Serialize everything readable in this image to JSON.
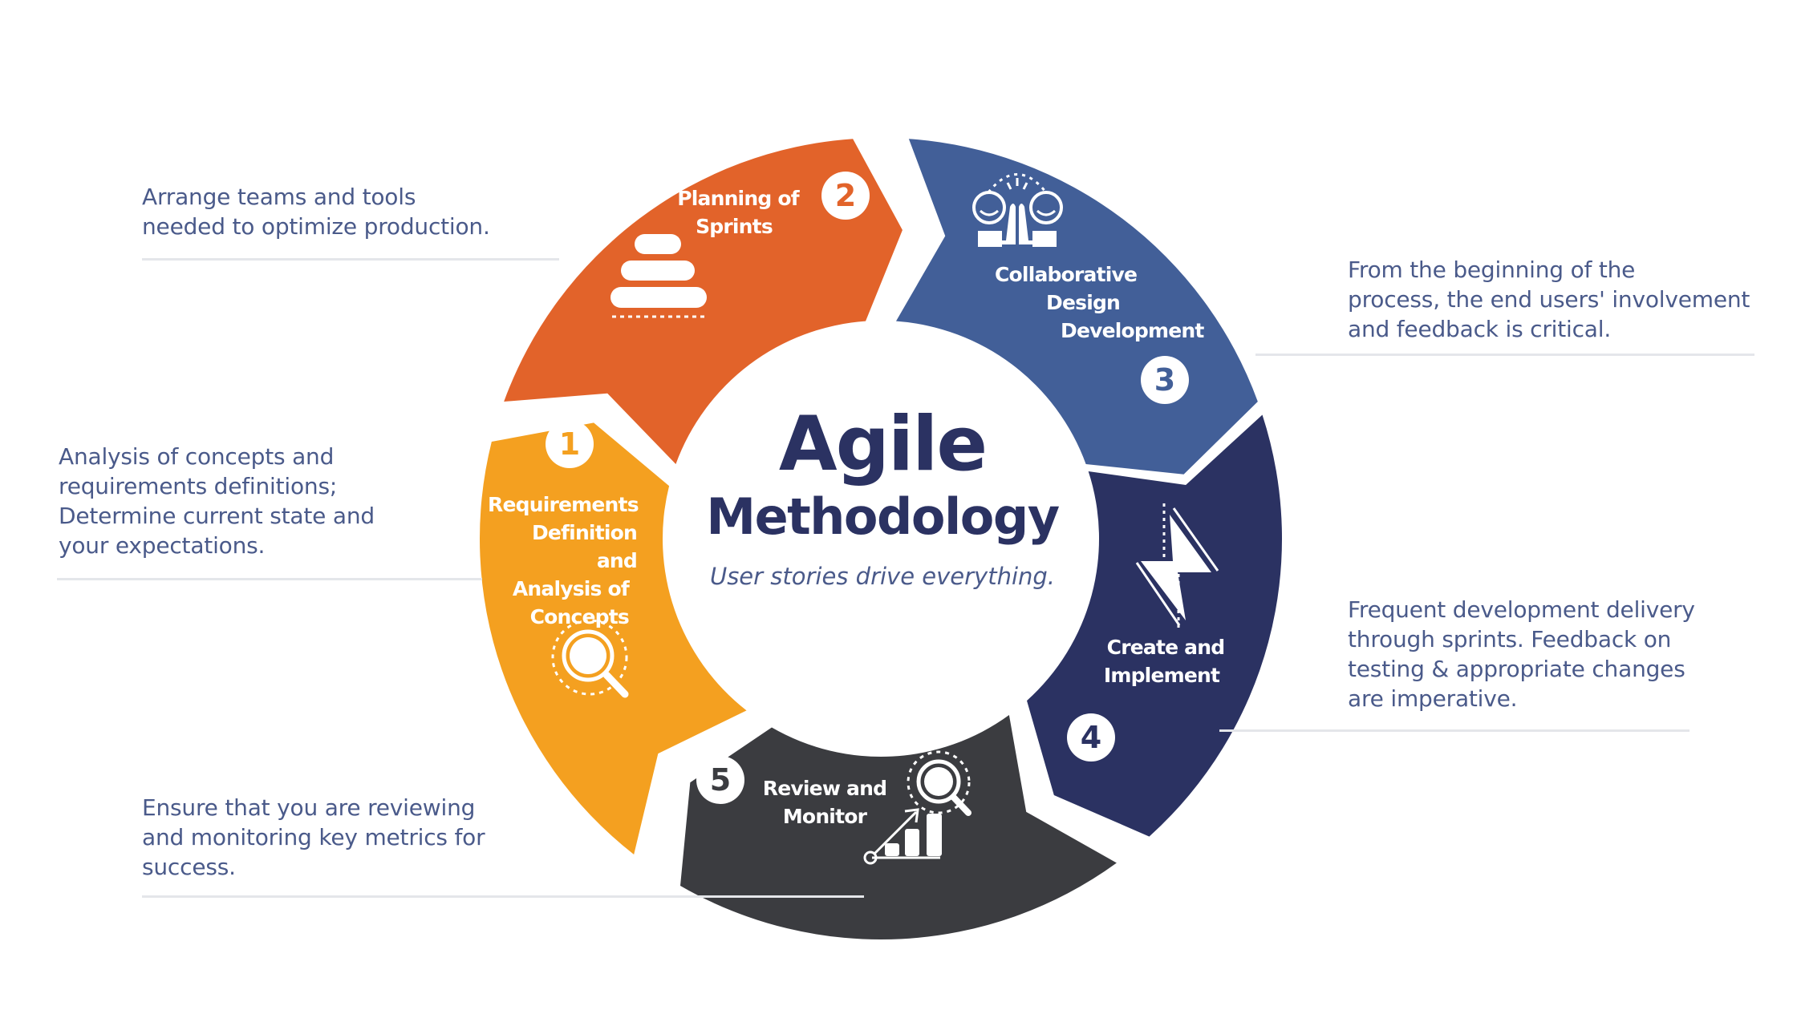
{
  "title": {
    "main": "Agile",
    "sub": "Methodology",
    "tagline": "User stories drive everything."
  },
  "colors": {
    "text": "#4a5a8a",
    "title": "#2b3262",
    "divider": "#e4e6ea",
    "step1": "#f4a020",
    "step2": "#e2632a",
    "step3": "#425f98",
    "step4": "#2b3262",
    "step5": "#3b3c40"
  },
  "steps": [
    {
      "number": "1",
      "label_lines": [
        "Requirements",
        "Definition and",
        "Analysis of",
        "Concepts"
      ],
      "icon": "magnifier-icon",
      "color": "#f4a020",
      "description": "Analysis of concepts and\nrequirements definitions;\nDetermine current state and\nyour expectations."
    },
    {
      "number": "2",
      "label_lines": [
        "Planning of",
        "Sprints"
      ],
      "icon": "stacked-stones-icon",
      "color": "#e2632a",
      "description": "Arrange teams and tools\nneeded to optimize production."
    },
    {
      "number": "3",
      "label_lines": [
        "Collaborative",
        "Design",
        "Development"
      ],
      "icon": "high-five-icon",
      "color": "#425f98",
      "description": "From the beginning of the\nprocess, the end users' involvement\nand feedback is critical."
    },
    {
      "number": "4",
      "label_lines": [
        "Create and",
        "Implement"
      ],
      "icon": "lightning-bolt-icon",
      "color": "#2b3262",
      "description": "Frequent development delivery\nthrough sprints. Feedback on\ntesting & appropriate changes\nare imperative."
    },
    {
      "number": "5",
      "label_lines": [
        "Review and",
        "Monitor"
      ],
      "icon": "growth-chart-magnifier-icon",
      "color": "#3b3c40",
      "description": "Ensure that you are reviewing\nand monitoring key metrics for\nsuccess."
    }
  ]
}
